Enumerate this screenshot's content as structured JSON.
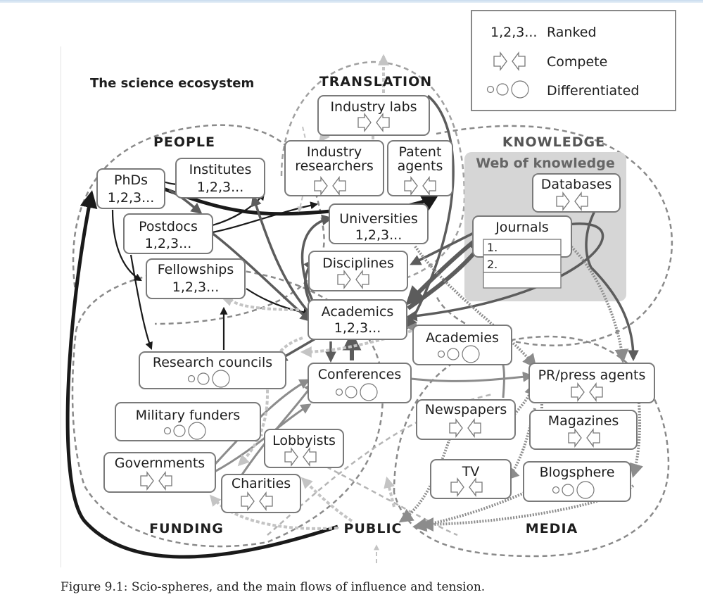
{
  "title": "The science ecosystem",
  "caption": "Figure 9.1: Scio-spheres, and the main flows of influence and tension.",
  "legend": {
    "items": [
      {
        "symbol": "1,2,3...",
        "label": "Ranked",
        "kind": "ranked"
      },
      {
        "symbol": "compete-arrows-icon",
        "label": "Compete",
        "kind": "compete"
      },
      {
        "symbol": "differentiated-circles-icon",
        "label": "Differentiated",
        "kind": "differentiated"
      }
    ]
  },
  "spheres": {
    "people": "PEOPLE",
    "translation": "TRANSLATION",
    "knowledge": "KNOWLEDGE",
    "funding": "FUNDING",
    "public": "PUBLIC",
    "media": "MEDIA"
  },
  "web_of_knowledge": "Web of knowledge",
  "rank_text": "1,2,3...",
  "journal_ranks": [
    "1.",
    "2.",
    ""
  ],
  "nodes": {
    "phds": {
      "label": "PhDs",
      "marker": "ranked"
    },
    "institutes": {
      "label": "Institutes",
      "marker": "ranked"
    },
    "postdocs": {
      "label": "Postdocs",
      "marker": "ranked"
    },
    "fellowships": {
      "label": "Fellowships",
      "marker": "ranked"
    },
    "industry_labs": {
      "label": "Industry labs",
      "marker": "compete"
    },
    "industry_researchers": {
      "label_line1": "Industry",
      "label_line2": "researchers",
      "marker": "compete"
    },
    "patent_agents": {
      "label_line1": "Patent",
      "label_line2": "agents",
      "marker": "compete"
    },
    "universities": {
      "label": "Universities",
      "marker": "ranked"
    },
    "disciplines": {
      "label": "Disciplines",
      "marker": "compete"
    },
    "academics": {
      "label": "Academics",
      "marker": "ranked"
    },
    "databases": {
      "label": "Databases",
      "marker": "compete"
    },
    "journals": {
      "label": "Journals",
      "marker": "ranked-list"
    },
    "academies": {
      "label": "Academies",
      "marker": "differentiated"
    },
    "research_councils": {
      "label": "Research councils",
      "marker": "differentiated"
    },
    "conferences": {
      "label": "Conferences",
      "marker": "differentiated"
    },
    "military_funders": {
      "label": "Military funders",
      "marker": "differentiated"
    },
    "lobbyists": {
      "label": "Lobbyists",
      "marker": "compete"
    },
    "governments": {
      "label": "Governments",
      "marker": "compete"
    },
    "charities": {
      "label": "Charities",
      "marker": "compete"
    },
    "newspapers": {
      "label": "Newspapers",
      "marker": "compete"
    },
    "pr_press_agents": {
      "label": "PR/press agents",
      "marker": "compete"
    },
    "magazines": {
      "label": "Magazines",
      "marker": "compete"
    },
    "tv": {
      "label": "TV",
      "marker": "compete"
    },
    "blogsphere": {
      "label": "Blogsphere",
      "marker": "differentiated"
    }
  },
  "colors": {
    "black_flow": "#1a1a1a",
    "dark_flow": "#5c5c5c",
    "mid_flow": "#8c8c8c",
    "light_flow": "#c4c4c4",
    "web_panel": "#d6d6d6",
    "box_stroke": "#7a7a7a"
  }
}
